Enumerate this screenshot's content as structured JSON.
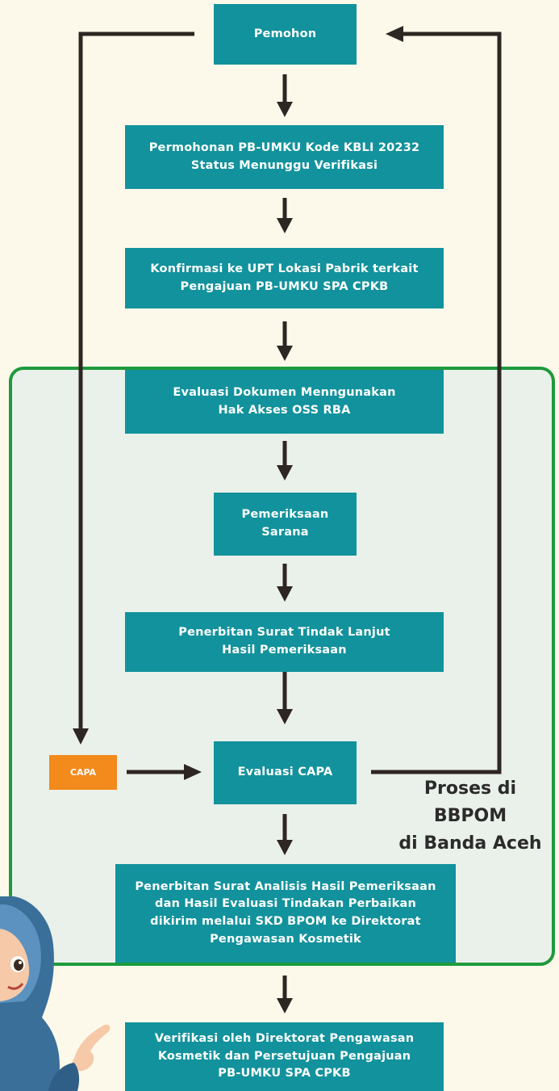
{
  "nodes": {
    "pemohon": "Pemohon",
    "permohonan": "Permohonan PB-UMKU Kode KBLI 20232\nStatus Menunggu Verifikasi",
    "konfirmasi": "Konfirmasi ke UPT Lokasi Pabrik terkait\nPengajuan PB-UMKU SPA CPKB",
    "evaluasi_dokumen": "Evaluasi Dokumen Menngunakan\nHak Akses OSS RBA",
    "pemeriksaan": "Pemeriksaan\nSarana",
    "penerbitan_tindak_lanjut": "Penerbitan Surat Tindak Lanjut\nHasil Pemeriksaan",
    "capa": "CAPA",
    "evaluasi_capa": "Evaluasi CAPA",
    "penerbitan_analisis": "Penerbitan Surat Analisis Hasil Pemeriksaan\ndan Hasil Evaluasi Tindakan Perbaikan\ndikirim melalui SKD BPOM ke Direktorat\nPengawasan Kosmetik",
    "verifikasi": "Verifikasi oleh Direktorat Pengawasan\nKosmetik dan Persetujuan Pengajuan\nPB-UMKU SPA CPKB"
  },
  "region_label": "Proses di\nBBPOM\ndi Banda Aceh",
  "colors": {
    "box": "#12929c",
    "capa": "#f28a1c",
    "region_border": "#1e9a3c",
    "region_fill": "#eaf1ea",
    "background": "#fdf9ea",
    "arrow": "#2d2623"
  }
}
